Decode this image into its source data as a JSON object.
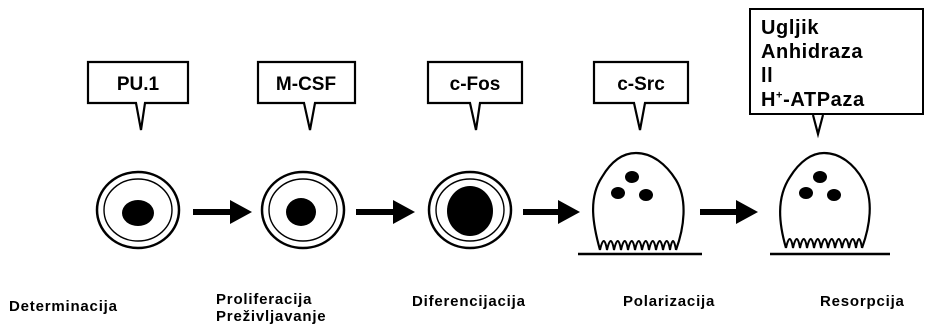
{
  "callouts": {
    "pu1": "PU.1",
    "mcsf": "M-CSF",
    "cfos": "c-Fos",
    "csrc": "c-Src",
    "enzymes": {
      "line1": "Ugljik",
      "line2": "Anhidraza",
      "line3": "ll",
      "line4_base": "H",
      "line4_sup": "+",
      "line4_rest": "-ATPaza"
    }
  },
  "stages": {
    "s1": "Determinacija",
    "s2a": "Proliferacija",
    "s2b": "Preživljavanje",
    "s3": "Diferencijacija",
    "s4": "Polarizacija",
    "s5": "Resorpcija"
  },
  "colors": {
    "ink": "#000000",
    "background": "#ffffff"
  }
}
